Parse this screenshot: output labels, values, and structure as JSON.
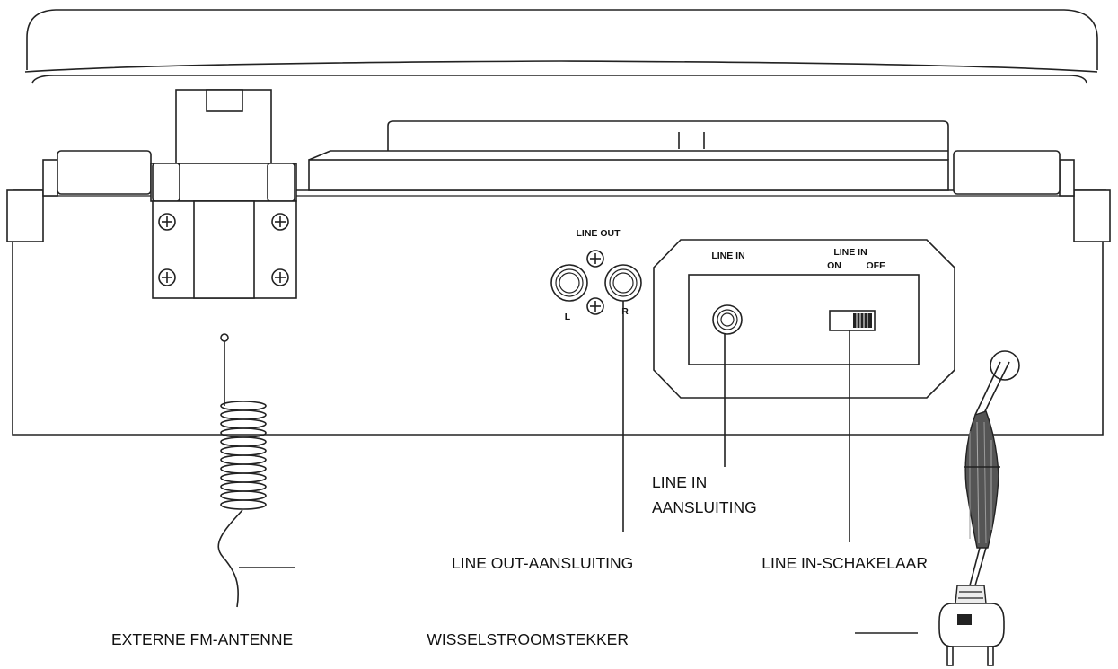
{
  "panel": {
    "line_out": "LINE OUT",
    "left": "L",
    "right": "R",
    "line_in": "LINE IN",
    "switch_title": "LINE IN",
    "switch_on": "ON",
    "switch_off": "OFF"
  },
  "callouts": {
    "line_in_jack_1": "LINE IN",
    "line_in_jack_2": "AANSLUITING",
    "line_out_jack": "LINE OUT-AANSLUITING",
    "line_in_switch": "LINE IN-SCHAKELAAR",
    "fm_antenna": "EXTERNE FM-ANTENNE",
    "ac_plug": "WISSELSTROOMSTEKKER"
  }
}
